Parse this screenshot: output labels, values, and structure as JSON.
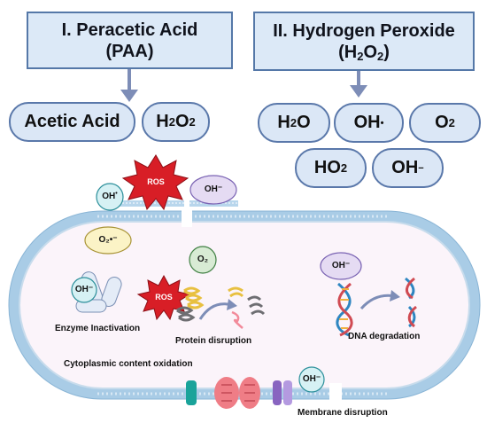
{
  "paa_title": {
    "line1": "I. Peracetic Acid",
    "line2": "(PAA)"
  },
  "h2o2_title": {
    "line1": "II. Hydrogen Peroxide",
    "line2_pre": "(H",
    "line2_sub1": "2",
    "line2_mid": "O",
    "line2_sub2": "2",
    "line2_post": ")"
  },
  "paa_products": {
    "acetic_acid": "Acetic Acid",
    "h2o2": {
      "a": "H",
      "s1": "2",
      "b": "O",
      "s2": "2"
    }
  },
  "h2o2_products": {
    "water": {
      "a": "H",
      "s1": "2",
      "b": "O"
    },
    "hydroxyl_radical": {
      "a": "OH",
      "sup": "•"
    },
    "oxygen": {
      "a": "O",
      "s1": "2"
    },
    "hydroperoxyl": {
      "a": "HO",
      "s1": "2"
    },
    "hydroxide": {
      "a": "OH",
      "sup": "−"
    }
  },
  "species_labels": {
    "oh_radical_outside": "OH",
    "oh_radical_outside_sup": "•",
    "ros_outside": "ROS",
    "oh_minus_outside": "OH⁻",
    "superoxide": "O₂•⁻",
    "o2_inside": "O₂",
    "oh_enzyme": "OH⁻",
    "ros_inside": "ROS",
    "oh_dna": "OH⁻",
    "oh_membrane": "OH⁻"
  },
  "captions": {
    "enzyme": "Enzyme Inactivation",
    "protein": "Protein disruption",
    "dna": "DNA degradation",
    "cytoplasm": "Cytoplasmic content oxidation",
    "membrane": "Membrane disruption"
  },
  "colors": {
    "box_fill": "#dce9f7",
    "box_border": "#5578a8",
    "arrow": "#7d8db7",
    "ros_red": "#d81e26",
    "cell_wall": "#a9cce6",
    "cytoplasm": "#fbf4fa"
  }
}
